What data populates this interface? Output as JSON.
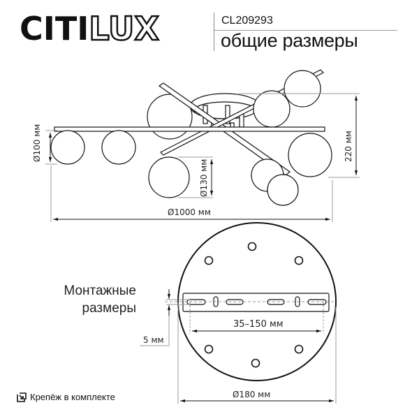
{
  "brand": {
    "logo_solid": "CITI",
    "logo_outline": "LUX"
  },
  "header": {
    "model": "CL209293",
    "subtitle": "общие размеры"
  },
  "dimensions": {
    "globe_small": "Ø100 мм",
    "globe_large": "Ø130 мм",
    "height": "220 мм",
    "overall_diameter": "Ø1000 мм",
    "mount_spacing": "35–150 мм",
    "mount_offset": "5 мм",
    "base_diameter": "Ø180 мм"
  },
  "mounting": {
    "label_line1": "Монтажные",
    "label_line2": "размеры"
  },
  "footer": {
    "icon": "mounting-kit-icon",
    "text": "Крепёж в комплекте"
  },
  "colors": {
    "line": "#111111",
    "dim_line": "#999999",
    "text": "#111111"
  }
}
